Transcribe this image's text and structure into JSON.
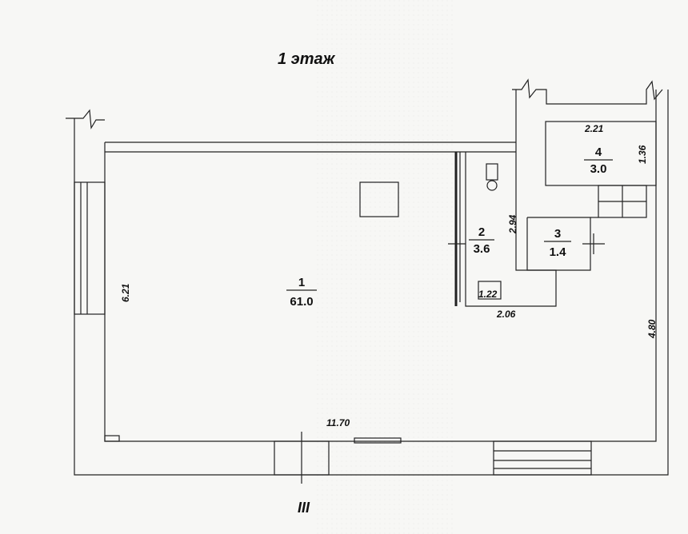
{
  "plan": {
    "title": "1 этаж",
    "section_mark": "III",
    "rooms": [
      {
        "number": "1",
        "area": "61.0"
      },
      {
        "number": "2",
        "area": "3.6"
      },
      {
        "number": "3",
        "area": "1.4"
      },
      {
        "number": "4",
        "area": "3.0"
      }
    ],
    "dimensions": {
      "width_bottom": "11.70",
      "height_left": "6.21",
      "height_right": "4.80",
      "room4_width": "2.21",
      "room4_height": "1.36",
      "room2_height": "2.94",
      "wc_small": "1.22",
      "room2_width": "2.06"
    }
  }
}
